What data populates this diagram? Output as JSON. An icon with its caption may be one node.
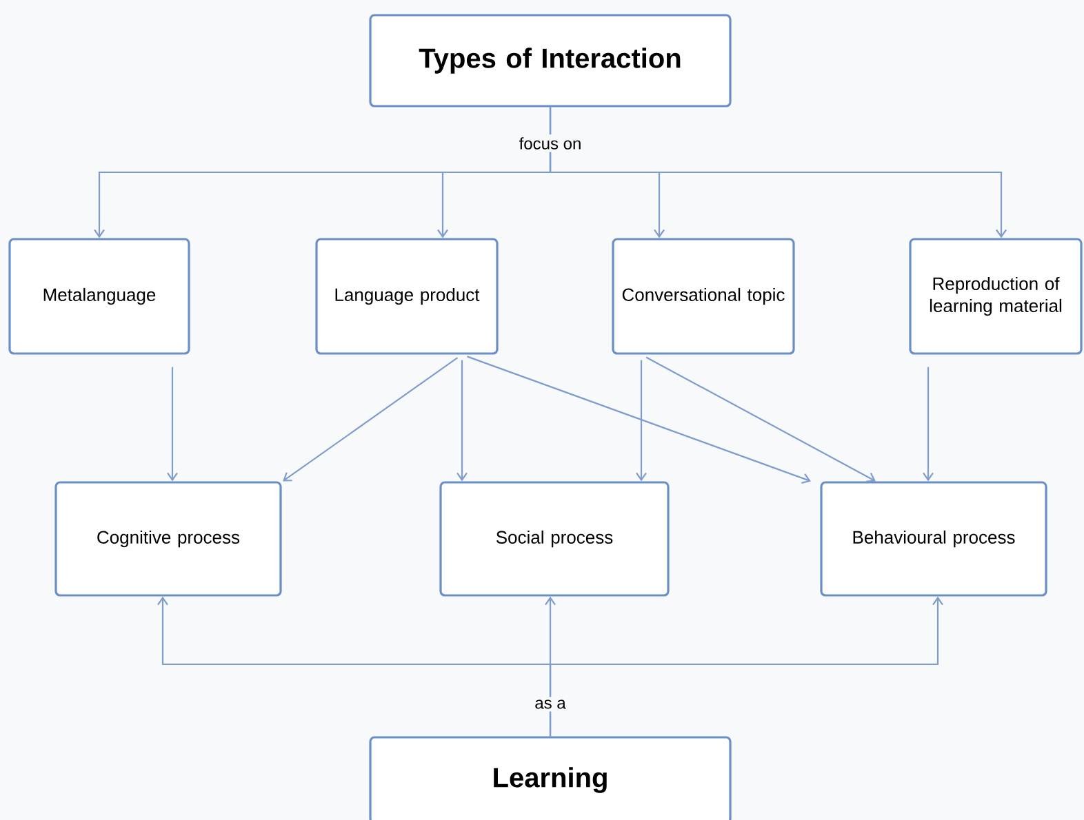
{
  "diagram": {
    "nodes": [
      {
        "text": [
          "Types of Interaction"
        ]
      },
      {
        "text": [
          "Metalanguage"
        ]
      },
      {
        "text": [
          "Language product"
        ]
      },
      {
        "text": [
          "Conversational topic"
        ]
      },
      {
        "text": [
          "Reproduction of learning material"
        ]
      },
      {
        "text": [
          "Cognitive process"
        ]
      },
      {
        "text": [
          "Social process"
        ]
      },
      {
        "text": [
          "Behavioural process"
        ]
      },
      {
        "text": [
          "Learning"
        ]
      }
    ],
    "edges": [
      {
        "from": 0,
        "to": 1,
        "arrow": "to",
        "label": "focus on"
      },
      {
        "from": 0,
        "to": 2,
        "arrow": "to"
      },
      {
        "from": 0,
        "to": 3,
        "arrow": "to"
      },
      {
        "from": 0,
        "to": 4,
        "arrow": "to"
      },
      {
        "from": 1,
        "to": 5,
        "arrow": "to"
      },
      {
        "from": 2,
        "to": 5,
        "arrow": "to"
      },
      {
        "from": 2,
        "to": 6,
        "arrow": "to"
      },
      {
        "from": 2,
        "to": 7,
        "arrow": "to"
      },
      {
        "from": 3,
        "to": 6,
        "arrow": "to"
      },
      {
        "from": 3,
        "to": 7,
        "arrow": "to"
      },
      {
        "from": 4,
        "to": 7,
        "arrow": "to"
      },
      {
        "from": 8,
        "to": 5,
        "arrow": "to"
      },
      {
        "from": 8,
        "to": 6,
        "arrow": "to",
        "label": "as a"
      },
      {
        "from": 8,
        "to": 7,
        "arrow": "to"
      }
    ]
  }
}
